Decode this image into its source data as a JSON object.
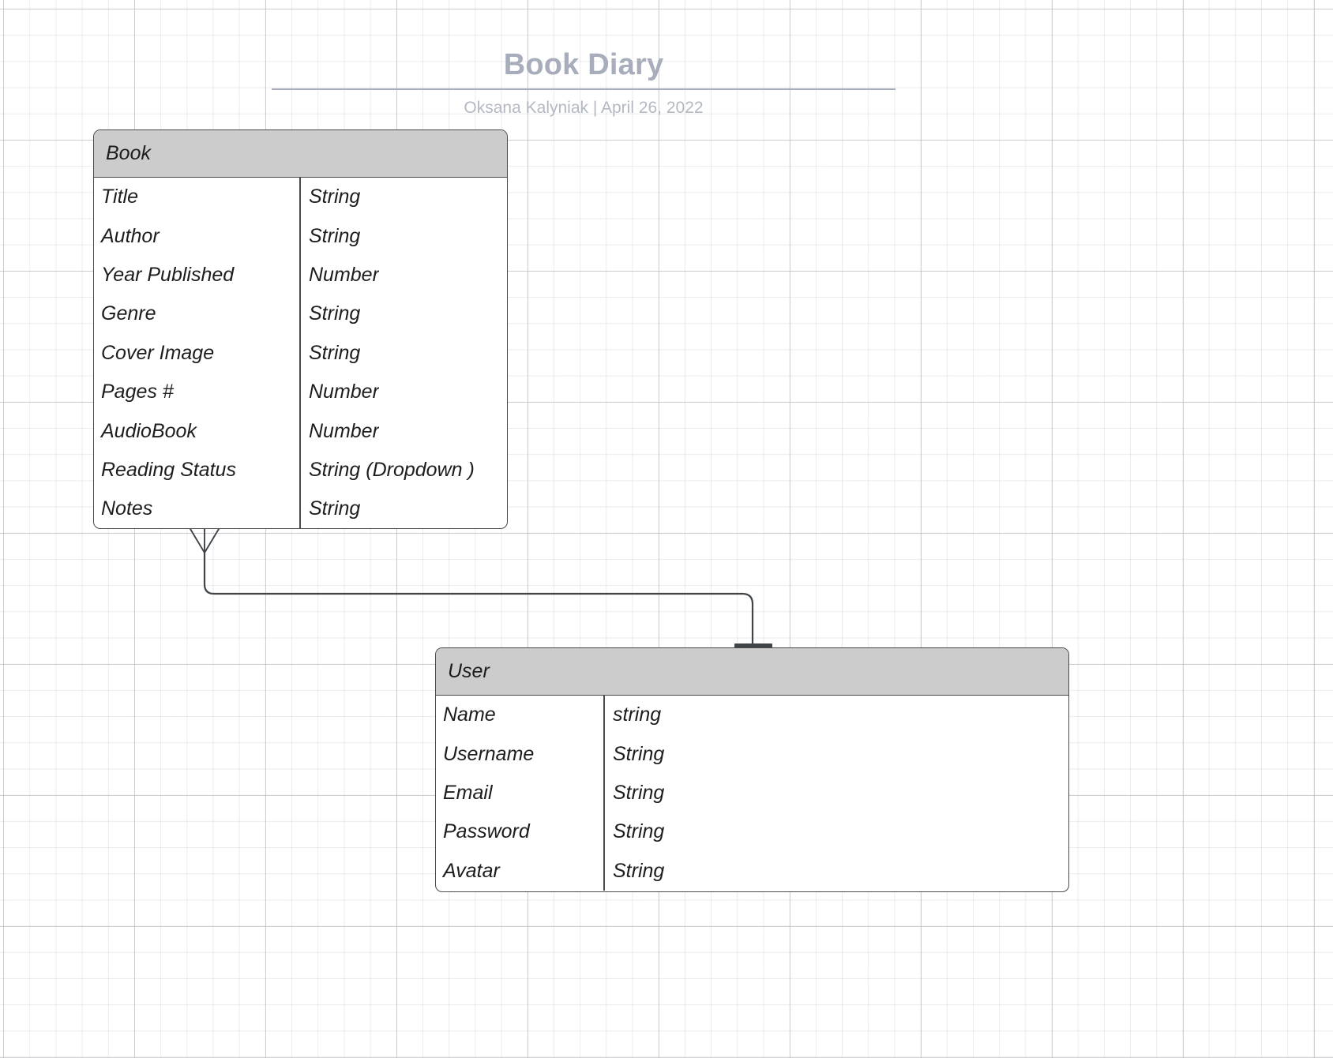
{
  "document": {
    "title": "Book Diary",
    "author": "Oksana Kalyniak",
    "separator": "|",
    "date": "April 26, 2022",
    "subtitle": "Oksana Kalyniak  |  April 26, 2022"
  },
  "colors": {
    "title_text": "#a7adbb",
    "subtitle_text": "#b3b8c2",
    "entity_header_fill": "#cccccc",
    "entity_border": "#4a4a4a",
    "entity_body_fill": "#ffffff",
    "connector_stroke": "#3f4449",
    "grid_line": "#bebec3",
    "canvas_background": "#ffffff"
  },
  "diagram": {
    "type": "er-diagram",
    "entities": [
      {
        "name": "Book",
        "columns": [
          "attribute",
          "type"
        ],
        "attributes": [
          {
            "name": "Title",
            "type": "String"
          },
          {
            "name": "Author",
            "type": "String"
          },
          {
            "name": "Year Published",
            "type": "Number"
          },
          {
            "name": "Genre",
            "type": "String"
          },
          {
            "name": "Cover Image",
            "type": "String"
          },
          {
            "name": "Pages #",
            "type": "Number"
          },
          {
            "name": "AudioBook",
            "type": "Number"
          },
          {
            "name": "Reading Status",
            "type": "String (Dropdown )"
          },
          {
            "name": "Notes",
            "type": "String"
          }
        ]
      },
      {
        "name": "User",
        "columns": [
          "attribute",
          "type"
        ],
        "attributes": [
          {
            "name": "Name",
            "type": "string"
          },
          {
            "name": "Username",
            "type": "String"
          },
          {
            "name": "Email",
            "type": "String"
          },
          {
            "name": "Password",
            "type": "String"
          },
          {
            "name": "Avatar",
            "type": "String"
          }
        ]
      }
    ],
    "relationships": [
      {
        "from": "Book",
        "to": "User",
        "from_cardinality": "many",
        "to_cardinality": "one",
        "from_notation": "crows-foot",
        "to_notation": "single-bar"
      }
    ]
  }
}
